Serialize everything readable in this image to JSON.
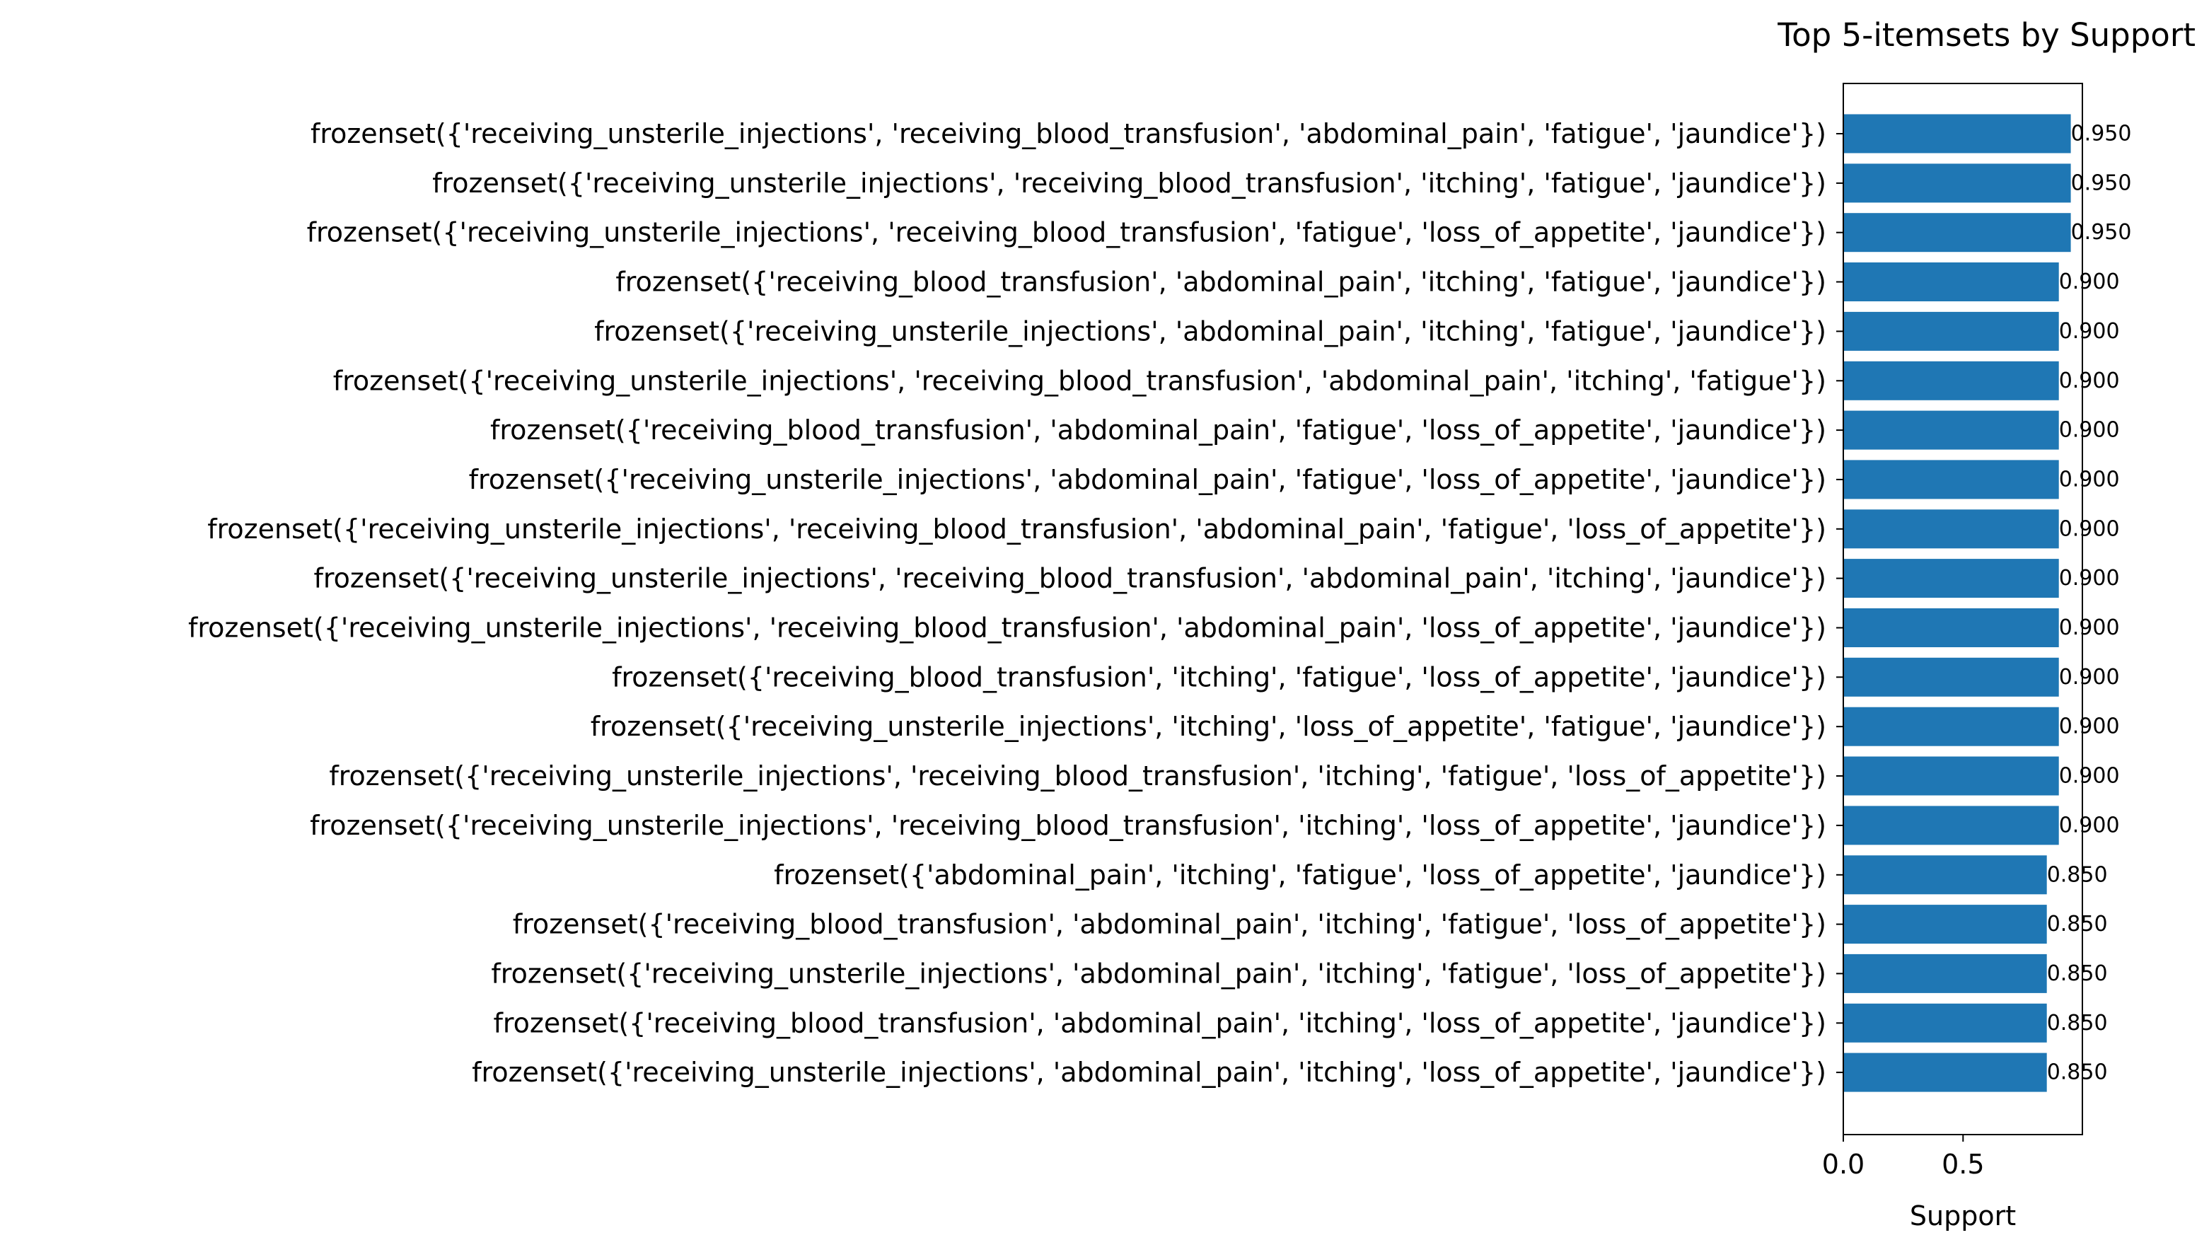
{
  "chart_data": {
    "type": "bar",
    "orientation": "horizontal",
    "title": "Top 5-itemsets by Support",
    "xlabel": "Support",
    "ylabel": "",
    "xlim": [
      0,
      1.0
    ],
    "xticks": [
      0.0,
      0.5
    ],
    "xtick_labels": [
      "0.0",
      "0.5"
    ],
    "bar_color": "#1f77b4",
    "grid": false,
    "categories": [
      "frozenset({'receiving_unsterile_injections', 'receiving_blood_transfusion', 'abdominal_pain', 'fatigue', 'jaundice'})",
      "frozenset({'receiving_unsterile_injections', 'receiving_blood_transfusion', 'itching', 'fatigue', 'jaundice'})",
      "frozenset({'receiving_unsterile_injections', 'receiving_blood_transfusion', 'fatigue', 'loss_of_appetite', 'jaundice'})",
      "frozenset({'receiving_blood_transfusion', 'abdominal_pain', 'itching', 'fatigue', 'jaundice'})",
      "frozenset({'receiving_unsterile_injections', 'abdominal_pain', 'itching', 'fatigue', 'jaundice'})",
      "frozenset({'receiving_unsterile_injections', 'receiving_blood_transfusion', 'abdominal_pain', 'itching', 'fatigue'})",
      "frozenset({'receiving_blood_transfusion', 'abdominal_pain', 'fatigue', 'loss_of_appetite', 'jaundice'})",
      "frozenset({'receiving_unsterile_injections', 'abdominal_pain', 'fatigue', 'loss_of_appetite', 'jaundice'})",
      "frozenset({'receiving_unsterile_injections', 'receiving_blood_transfusion', 'abdominal_pain', 'fatigue', 'loss_of_appetite'})",
      "frozenset({'receiving_unsterile_injections', 'receiving_blood_transfusion', 'abdominal_pain', 'itching', 'jaundice'})",
      "frozenset({'receiving_unsterile_injections', 'receiving_blood_transfusion', 'abdominal_pain', 'loss_of_appetite', 'jaundice'})",
      "frozenset({'receiving_blood_transfusion', 'itching', 'fatigue', 'loss_of_appetite', 'jaundice'})",
      "frozenset({'receiving_unsterile_injections', 'itching', 'loss_of_appetite', 'fatigue', 'jaundice'})",
      "frozenset({'receiving_unsterile_injections', 'receiving_blood_transfusion', 'itching', 'fatigue', 'loss_of_appetite'})",
      "frozenset({'receiving_unsterile_injections', 'receiving_blood_transfusion', 'itching', 'loss_of_appetite', 'jaundice'})",
      "frozenset({'abdominal_pain', 'itching', 'fatigue', 'loss_of_appetite', 'jaundice'})",
      "frozenset({'receiving_blood_transfusion', 'abdominal_pain', 'itching', 'fatigue', 'loss_of_appetite'})",
      "frozenset({'receiving_unsterile_injections', 'abdominal_pain', 'itching', 'fatigue', 'loss_of_appetite'})",
      "frozenset({'receiving_blood_transfusion', 'abdominal_pain', 'itching', 'loss_of_appetite', 'jaundice'})",
      "frozenset({'receiving_unsterile_injections', 'abdominal_pain', 'itching', 'loss_of_appetite', 'jaundice'})"
    ],
    "values": [
      0.95,
      0.95,
      0.95,
      0.9,
      0.9,
      0.9,
      0.9,
      0.9,
      0.9,
      0.9,
      0.9,
      0.9,
      0.9,
      0.9,
      0.9,
      0.85,
      0.85,
      0.85,
      0.85,
      0.85
    ],
    "value_labels": [
      "0.950",
      "0.950",
      "0.950",
      "0.900",
      "0.900",
      "0.900",
      "0.900",
      "0.900",
      "0.900",
      "0.900",
      "0.900",
      "0.900",
      "0.900",
      "0.900",
      "0.900",
      "0.850",
      "0.850",
      "0.850",
      "0.850",
      "0.850"
    ]
  }
}
